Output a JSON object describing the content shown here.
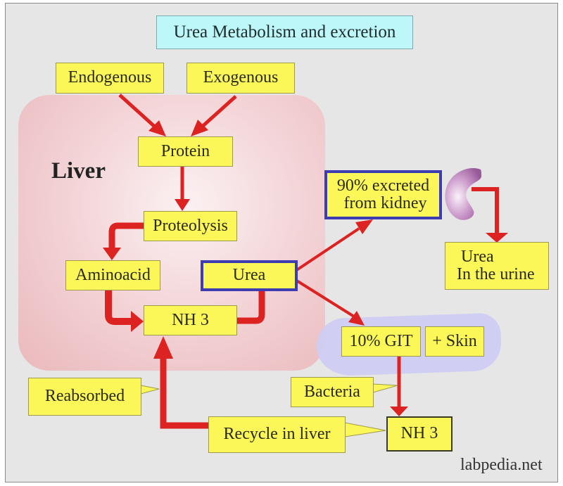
{
  "title": "Urea Metabolism and excretion",
  "region_label": "Liver",
  "nodes": {
    "endogenous": "Endogenous",
    "exogenous": "Exogenous",
    "protein": "Protein",
    "proteolysis": "Proteolysis",
    "aminoacid": "Aminoacid",
    "nh3_liver": "NH 3",
    "urea": "Urea",
    "kidney_excretion": "90% excreted\n from kidney",
    "urine": "  Urea\n In the urine",
    "git": "10% GIT",
    "skin": "+ Skin",
    "nh3_gut": "NH 3"
  },
  "callouts": {
    "reabsorbed": "Reabsorbed",
    "bacteria": "Bacteria",
    "recycle": "Recycle in liver"
  },
  "icons": {
    "kidney": "kidney-icon"
  },
  "watermark": "labpedia.net",
  "colors": {
    "box_fill": "#fbf758",
    "title_fill": "#bdf7f9",
    "arrow": "#dd2222",
    "highlight_border": "#3d3cb0",
    "liver_region": "#eab8bc",
    "gut_region": "#cfcdf3",
    "kidney": "#b070b0"
  }
}
